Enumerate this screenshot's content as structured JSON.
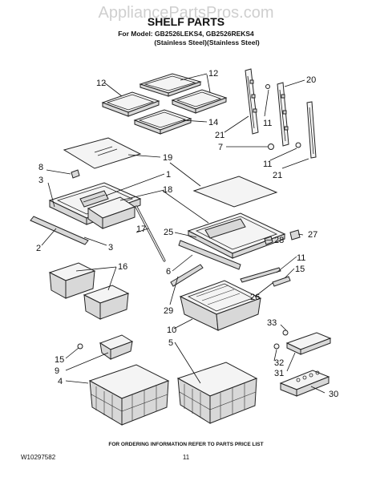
{
  "watermark": "AppliancePartsPros.com",
  "header": {
    "title": "SHELF PARTS",
    "model_line": "For Model: GB2526LEKS4, GB2526REKS4",
    "variant_line": "(Stainless Steel)(Stainless Steel)"
  },
  "callouts": [
    "1",
    "2",
    "3",
    "3",
    "4",
    "5",
    "6",
    "7",
    "8",
    "9",
    "10",
    "11",
    "11",
    "11",
    "12",
    "12",
    "12",
    "14",
    "15",
    "16",
    "17",
    "18",
    "19",
    "20",
    "21",
    "21",
    "25",
    "26",
    "27",
    "28",
    "29",
    "30",
    "31",
    "32",
    "33"
  ],
  "footer": {
    "note": "FOR ORDERING INFORMATION REFER TO PARTS PRICE LIST",
    "doc_number": "W10297582",
    "page_number": "11"
  }
}
